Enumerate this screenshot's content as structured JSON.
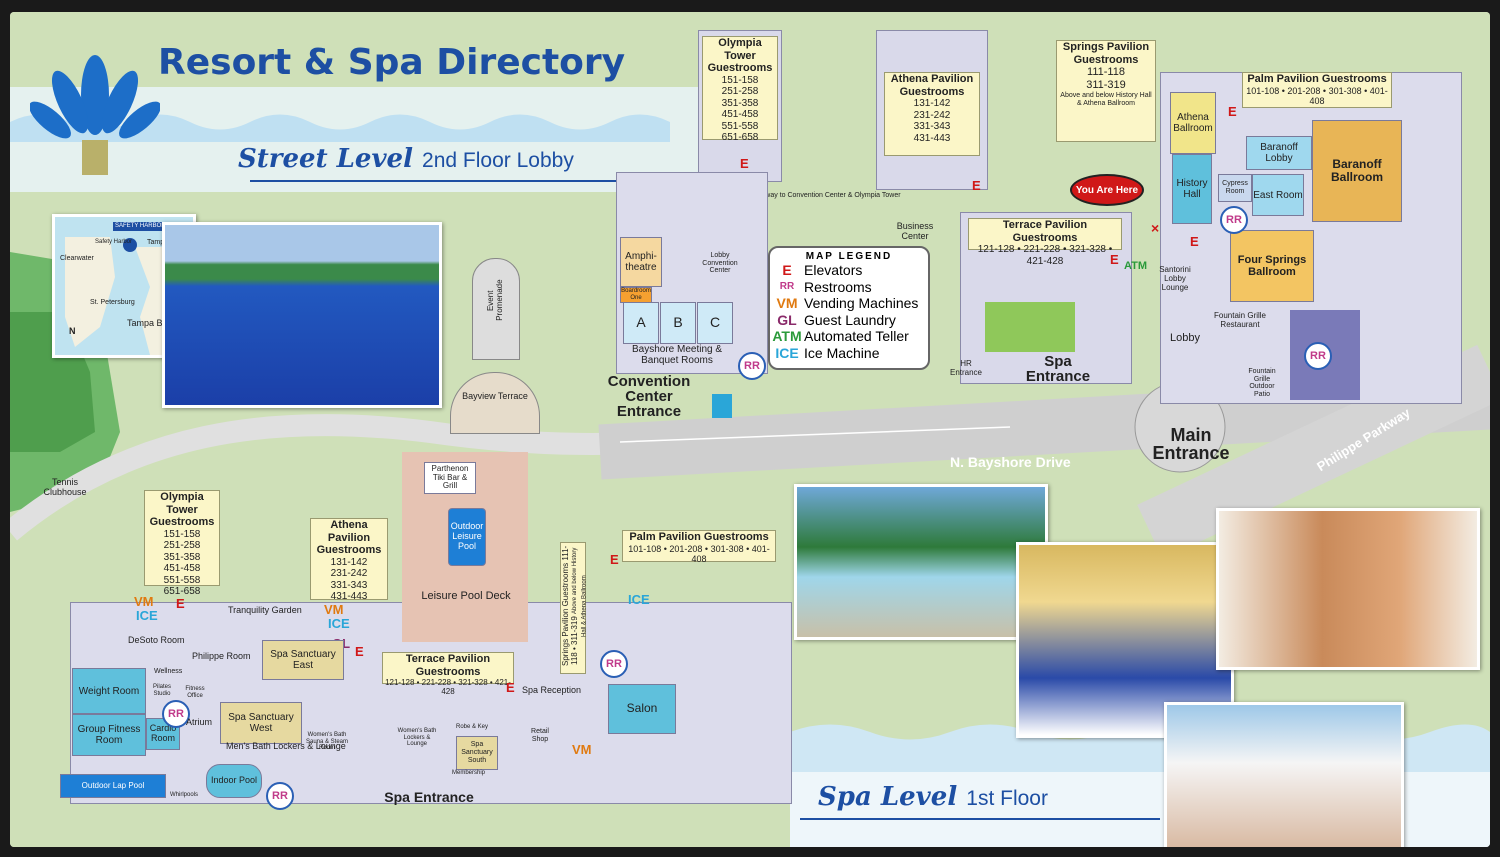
{
  "title": "Resort & Spa Directory",
  "street_level": {
    "script": "Street Level",
    "rest": "2nd Floor Lobby"
  },
  "spa_level": {
    "script": "Spa Level",
    "rest": "1st Floor"
  },
  "colors": {
    "title_blue": "#1d4fa3",
    "elevator_red": "#d01818",
    "vending_orange": "#e07a10",
    "ice_blue": "#2aa6d8",
    "laundry_purple": "#8a2a6a",
    "atm_green": "#2a9a3a",
    "you_are_here": "#d01818"
  },
  "legend": {
    "heading": "MAP LEGEND",
    "items": [
      {
        "symbol": "E",
        "label": "Elevators"
      },
      {
        "symbol": "RR",
        "label": "Restrooms"
      },
      {
        "symbol": "VM",
        "label": "Vending Machines"
      },
      {
        "symbol": "GL",
        "label": "Guest Laundry"
      },
      {
        "symbol": "ATM",
        "label": "Automated Teller"
      },
      {
        "symbol": "ICE",
        "label": "Ice Machine"
      }
    ]
  },
  "inset_map": {
    "safety_harbor": "SAFETY HARBOR",
    "clearwater": "Clearwater",
    "tampa": "Tampa",
    "st_petersburg": "St. Petersburg",
    "tampa_bay": "Tampa Bay",
    "safety_harbor_small": "Safety Harbor",
    "north": "N"
  },
  "upper": {
    "olympia": {
      "title": "Olympia Tower Guestrooms",
      "rooms": [
        "151-158",
        "251-258",
        "351-358",
        "451-458",
        "551-558",
        "651-658"
      ]
    },
    "athena": {
      "title": "Athena Pavilion Guestrooms",
      "rooms": [
        "131-142",
        "231-242",
        "331-343",
        "431-443"
      ]
    },
    "springs": {
      "title": "Springs Pavilion Guestrooms",
      "rooms": [
        "111-118",
        "311-319"
      ],
      "note": "Above and below History Hall & Athena Ballroom"
    },
    "palm": {
      "title": "Palm Pavilion Guestrooms",
      "rooms": "101-108 • 201-208 • 301-308 • 401-408"
    },
    "terrace": {
      "title": "Terrace Pavilion Guestrooms",
      "rooms": "121-128 • 221-228 • 321-328 • 421-428"
    },
    "walkway": "Walkway to Convention Center & Olympia Tower",
    "business_center": "Business Center",
    "amphitheatre": "Amphi-theatre",
    "boardroom": "Boardroom One",
    "lobby_convention": "Lobby Convention Center",
    "rooms_abc": [
      "A",
      "B",
      "C"
    ],
    "bayshore_meeting": "Bayshore Meeting & Banquet Rooms",
    "athena_ballroom": "Athena Ballroom",
    "history_hall": "History Hall",
    "baranoff_lobby": "Baranoff Lobby",
    "cypress_room": "Cypress Room",
    "east_room": "East Room",
    "baranoff_ballroom": "Baranoff Ballroom",
    "four_springs": "Four Springs Ballroom",
    "santorini": "Santorini Lobby Lounge",
    "lobby": "Lobby",
    "fountain_grille": "Fountain Grille Restaurant",
    "fountain_patio": "Fountain Grille Outdoor Patio",
    "hr_entrance": "HR Entrance",
    "you_are_here": "You Are Here",
    "event_promenade": "Event Promenade",
    "bayview_terrace": "Bayview Terrace"
  },
  "entrances": {
    "convention": "Convention Center Entrance",
    "spa_upper": "Spa Entrance",
    "main": "Main Entrance",
    "spa_lower": "Spa Entrance"
  },
  "roads": {
    "bayshore": "N. Bayshore Drive",
    "philippe": "Philippe Parkway"
  },
  "lower": {
    "tennis": "Tennis Clubhouse",
    "olympia": {
      "title": "Olympia Tower Guestrooms",
      "rooms": [
        "151-158",
        "251-258",
        "351-358",
        "451-458",
        "551-558",
        "651-658"
      ]
    },
    "athena": {
      "title": "Athena Pavilion Guestrooms",
      "rooms": [
        "131-142",
        "231-242",
        "331-343",
        "431-443"
      ]
    },
    "parthenon": "Parthenon Tiki Bar & Grill",
    "leisure_pool": "Outdoor Leisure Pool",
    "leisure_deck": "Leisure Pool Deck",
    "palm": {
      "title": "Palm Pavilion Guestrooms",
      "rooms": "101-108 • 201-208 • 301-308 • 401-408"
    },
    "springs": {
      "title": "Springs Pavilion Guestrooms",
      "rooms": "111-118 • 311-319",
      "note": "Above and below History Hall & Athena Ballroom"
    },
    "tranquility": "Tranquility Garden",
    "desoto": "DeSoto Room",
    "philippe_room": "Philippe Room",
    "spa_east": "Spa Sanctuary East",
    "terrace": {
      "title": "Terrace Pavilion Guestrooms",
      "rooms": "121-128 • 221-228 • 321-328 • 421-428"
    },
    "wellness": "Wellness",
    "pilates": "Pilates Studio",
    "fitness_office": "Fitness Office",
    "weight_room": "Weight Room",
    "group_fitness": "Group Fitness Room",
    "cardio": "Cardio Room",
    "atrium": "Atrium",
    "spa_west": "Spa Sanctuary West",
    "womens_bath": "Women's Bath Sauna & Steam Room",
    "womens_lockers": "Women's Bath Lockers & Lounge",
    "mens_bath": "Men's Bath Lockers & Lounge",
    "robe_key": "Robe & Key",
    "spa_south": "Spa Sanctuary South",
    "membership": "Membership",
    "retail": "Retail Shop",
    "spa_reception": "Spa Reception",
    "salon": "Salon",
    "outdoor_lap": "Outdoor Lap Pool",
    "whirlpools": "Whirlpools",
    "indoor_pool": "Indoor Pool"
  }
}
